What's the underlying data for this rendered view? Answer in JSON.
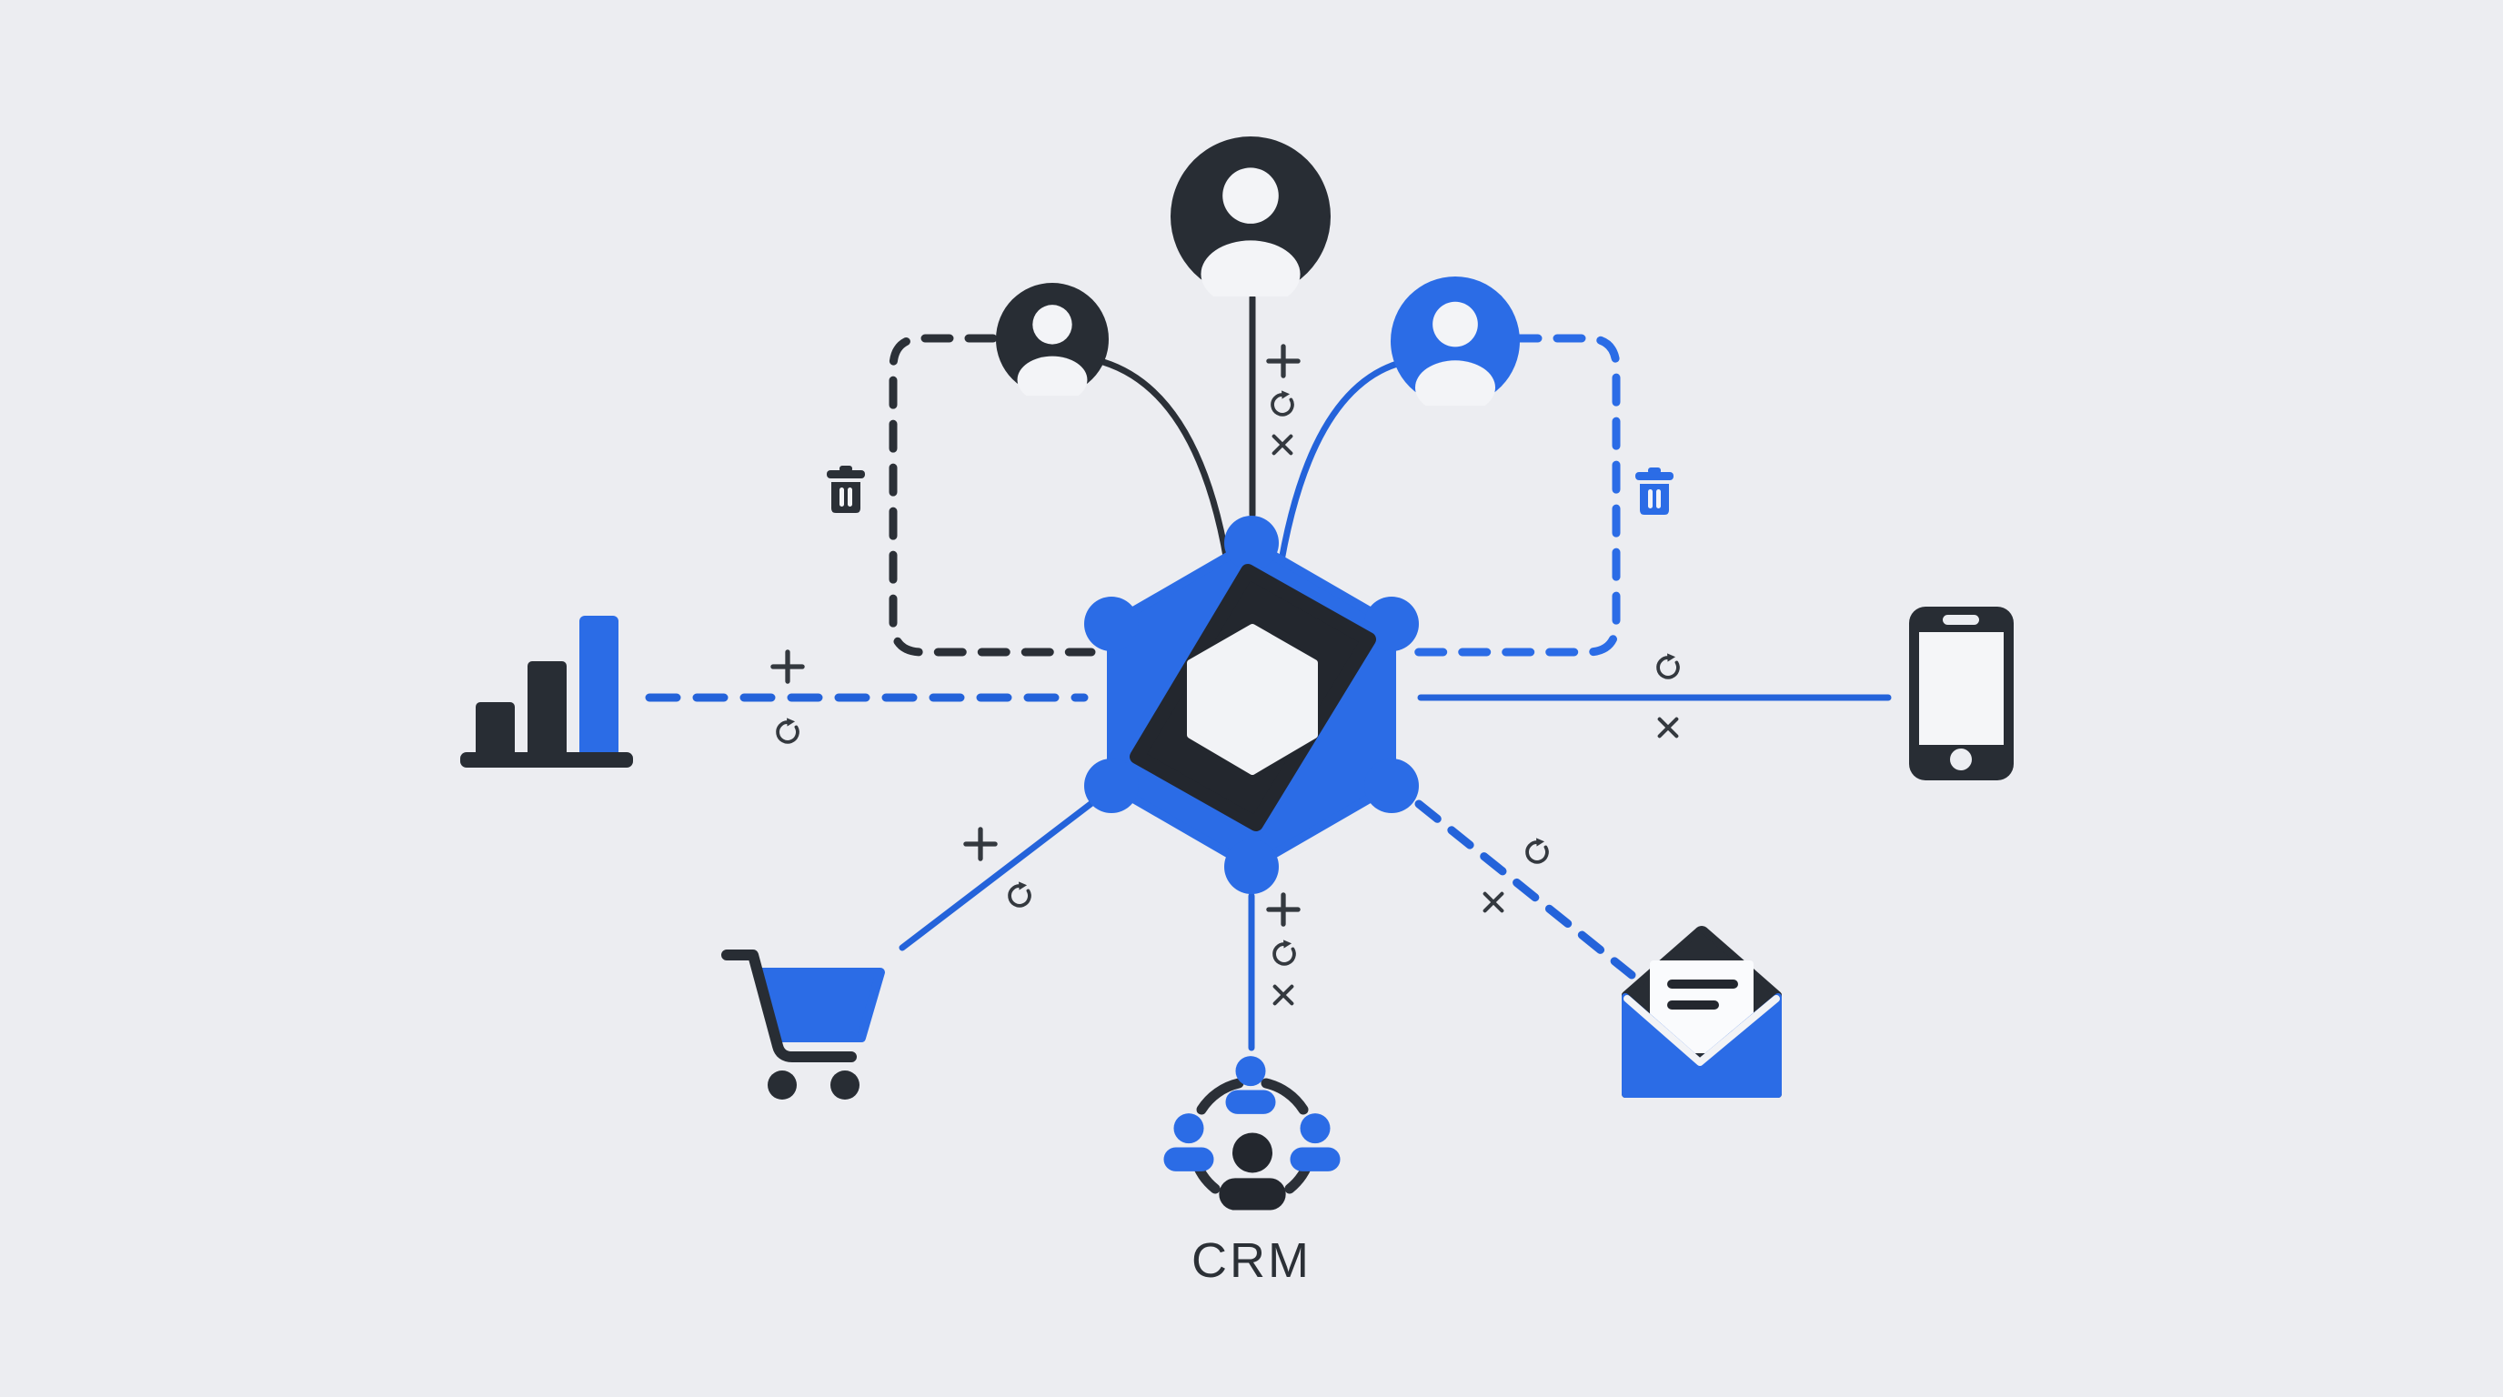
{
  "diagram": {
    "background_color": "#ecedf1",
    "palette": {
      "blue": "#2b6ce6",
      "line_blue": "#2463da",
      "dark": "#282d34",
      "symbol_dark": "#34393f",
      "surface_white": "#f2f3f6"
    },
    "hub": {
      "id": "integration-hub",
      "shape": "hexagon-network",
      "inner_shapes": [
        "dark-diamond",
        "white-hexagon"
      ],
      "vertex_nodes": 6
    },
    "endpoints": [
      {
        "id": "user-primary",
        "icon": "user-avatar-icon",
        "color": "dark",
        "position": "top-center"
      },
      {
        "id": "user-secondary",
        "icon": "user-avatar-icon",
        "color": "dark",
        "position": "top-left"
      },
      {
        "id": "user-tertiary",
        "icon": "user-avatar-icon",
        "color": "blue",
        "position": "top-right"
      },
      {
        "id": "analytics",
        "icon": "bar-chart-icon",
        "color": "dark-blue",
        "position": "middle-left"
      },
      {
        "id": "mobile",
        "icon": "smartphone-icon",
        "color": "dark",
        "position": "middle-right"
      },
      {
        "id": "ecommerce",
        "icon": "shopping-cart-icon",
        "color": "blue",
        "position": "bottom-left"
      },
      {
        "id": "crm",
        "icon": "team-network-icon",
        "color": "blue-dark",
        "position": "bottom-center",
        "label": "CRM"
      },
      {
        "id": "email",
        "icon": "open-envelope-icon",
        "color": "blue",
        "position": "bottom-right"
      }
    ],
    "connections": [
      {
        "from": "user-primary",
        "to": "hub",
        "style": "solid",
        "color": "dark",
        "operations": [
          "add",
          "sync",
          "remove"
        ]
      },
      {
        "from": "user-secondary",
        "to": "hub",
        "style": "curved-solid",
        "color": "dark",
        "operations": []
      },
      {
        "from": "user-tertiary",
        "to": "hub",
        "style": "curved-solid",
        "color": "blue",
        "operations": []
      },
      {
        "from": "analytics",
        "to": "hub",
        "style": "dashed",
        "color": "blue",
        "operations": [
          "add",
          "sync"
        ]
      },
      {
        "from": "mobile",
        "to": "hub",
        "style": "solid",
        "color": "blue",
        "operations": [
          "sync",
          "remove"
        ]
      },
      {
        "from": "ecommerce",
        "to": "hub",
        "style": "solid",
        "color": "blue",
        "operations": [
          "add",
          "sync"
        ]
      },
      {
        "from": "crm",
        "to": "hub",
        "style": "solid",
        "color": "blue",
        "operations": [
          "add",
          "sync",
          "remove"
        ]
      },
      {
        "from": "email",
        "to": "hub",
        "style": "dashed",
        "color": "blue",
        "operations": [
          "sync",
          "remove"
        ]
      }
    ],
    "detour_loops": [
      {
        "near": "user-secondary",
        "style": "dashed",
        "color": "dark",
        "badge_icon": "trash-icon",
        "badge_color": "dark"
      },
      {
        "near": "user-tertiary",
        "style": "dashed",
        "color": "blue",
        "badge_icon": "trash-icon",
        "badge_color": "blue"
      }
    ],
    "operation_glyphs": {
      "add": "+",
      "sync": "circular-arrow",
      "remove": "x-mark",
      "delete": "trash-can"
    }
  }
}
